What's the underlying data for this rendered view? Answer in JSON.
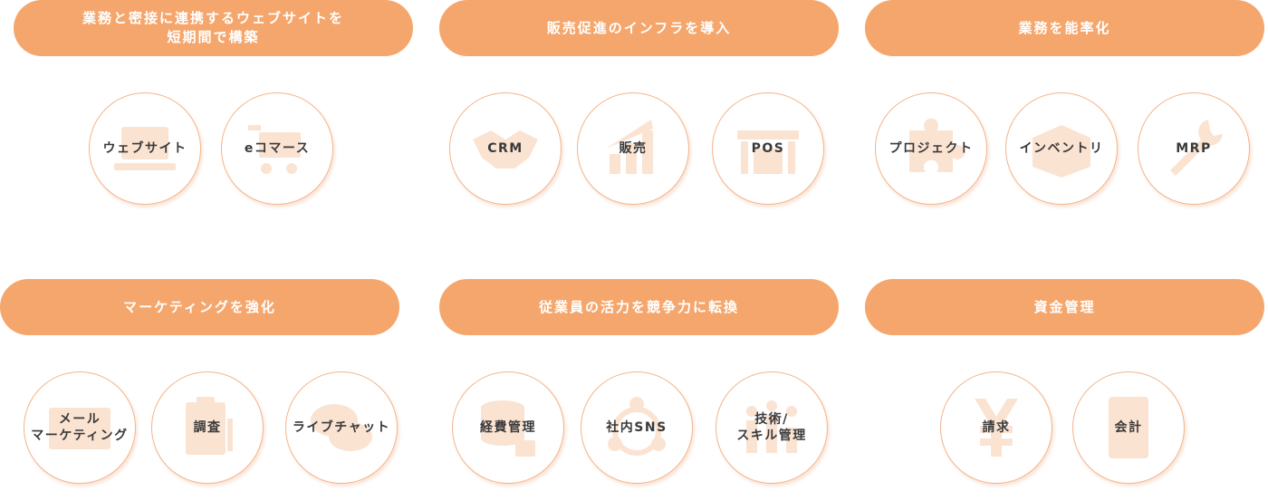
{
  "categories": [
    {
      "title": "業務と密接に連携するウェブサイトを\n短期間で構築",
      "items": [
        "ウェブサイト",
        "eコマース"
      ]
    },
    {
      "title": "販売促進のインフラを導入",
      "items": [
        "CRM",
        "販売",
        "POS"
      ]
    },
    {
      "title": "業務を能率化",
      "items": [
        "プロジェクト",
        "インベントリ",
        "MRP"
      ]
    },
    {
      "title": "マーケティングを強化",
      "items": [
        "メール\nマーケティング",
        "調査",
        "ライブチャット"
      ]
    },
    {
      "title": "従業員の活力を競争力に転換",
      "items": [
        "経費管理",
        "社内SNS",
        "技術/\nスキル管理"
      ]
    },
    {
      "title": "資金管理",
      "items": [
        "請求",
        "会計"
      ]
    }
  ],
  "icons": [
    "laptop-icon",
    "cart-icon",
    "handshake-icon",
    "bar-chart-icon",
    "store-icon",
    "puzzle-icon",
    "box-icon",
    "wrench-icon",
    "mail-icon",
    "clipboard-icon",
    "chat-icon",
    "database-lock-icon",
    "network-icon",
    "people-chart-icon",
    "yen-icon",
    "calculator-icon"
  ],
  "accent_color": "#f5a66c",
  "icon_tint": "#fbe3d2"
}
